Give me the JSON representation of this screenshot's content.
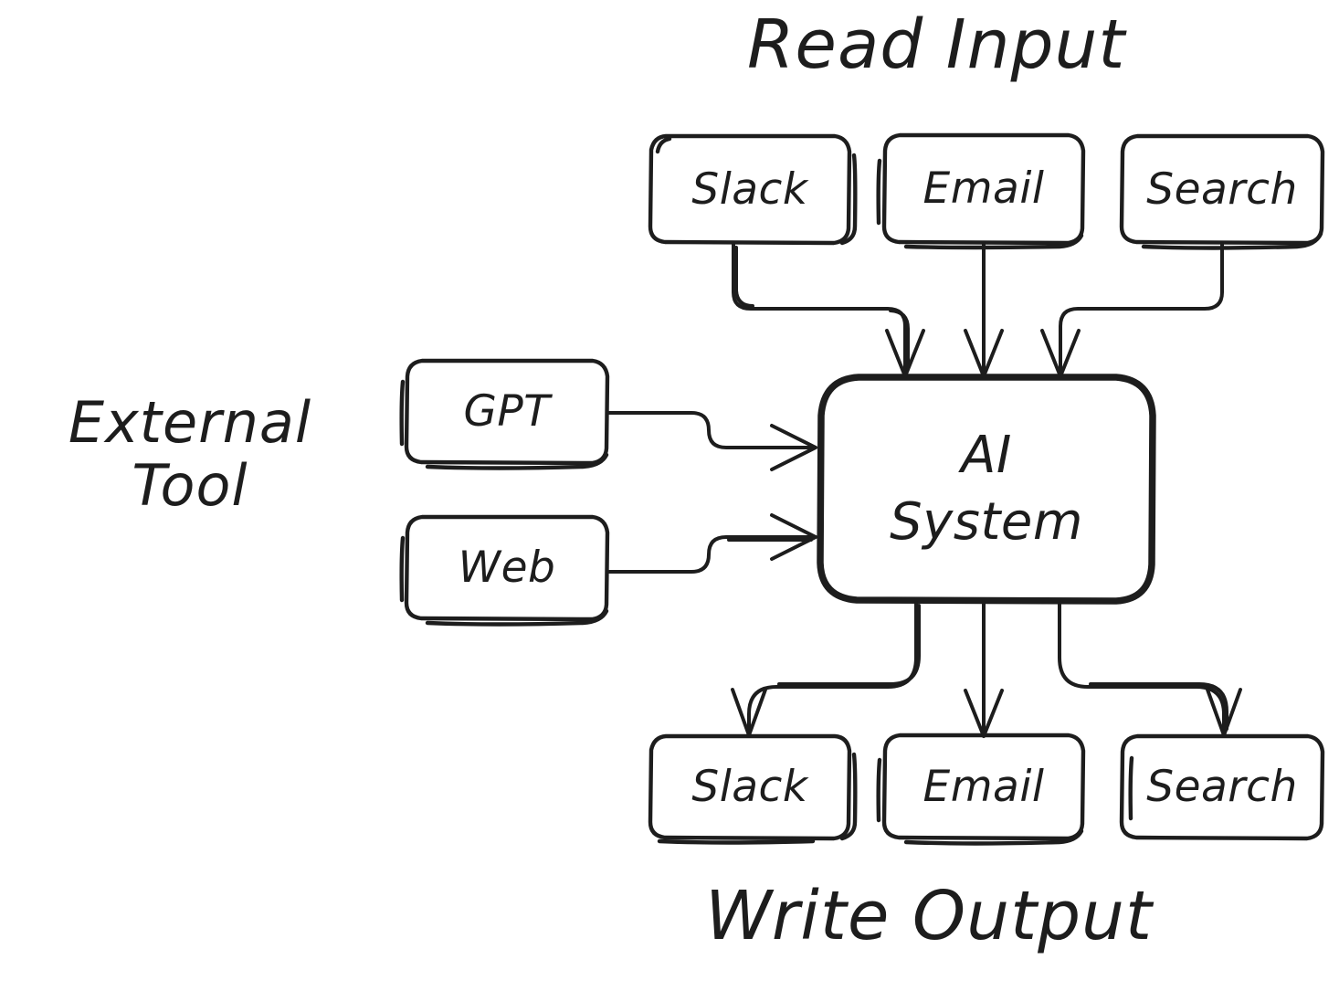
{
  "diagram": {
    "title_read": "Read Input",
    "title_write": "Write Output",
    "title_external": "External\nTool",
    "background_color": "#ffffff",
    "stroke_color": "#1d1d1d",
    "node_fill": "#ffffff",
    "input_nodes": [
      {
        "id": "input-slack",
        "label": "Slack"
      },
      {
        "id": "input-email",
        "label": "Email"
      },
      {
        "id": "input-search",
        "label": "Search"
      }
    ],
    "tool_nodes": [
      {
        "id": "tool-gpt",
        "label": "GPT"
      },
      {
        "id": "tool-web",
        "label": "Web"
      }
    ],
    "center_node": {
      "id": "ai-system",
      "label": "AI\nSystem"
    },
    "output_nodes": [
      {
        "id": "output-slack",
        "label": "Slack"
      },
      {
        "id": "output-email",
        "label": "Email"
      },
      {
        "id": "output-search",
        "label": "Search"
      }
    ],
    "edges": [
      {
        "from": "input-slack",
        "to": "ai-system"
      },
      {
        "from": "input-email",
        "to": "ai-system"
      },
      {
        "from": "input-search",
        "to": "ai-system"
      },
      {
        "from": "tool-gpt",
        "to": "ai-system"
      },
      {
        "from": "tool-web",
        "to": "ai-system"
      },
      {
        "from": "ai-system",
        "to": "output-slack"
      },
      {
        "from": "ai-system",
        "to": "output-email"
      },
      {
        "from": "ai-system",
        "to": "output-search"
      }
    ]
  }
}
